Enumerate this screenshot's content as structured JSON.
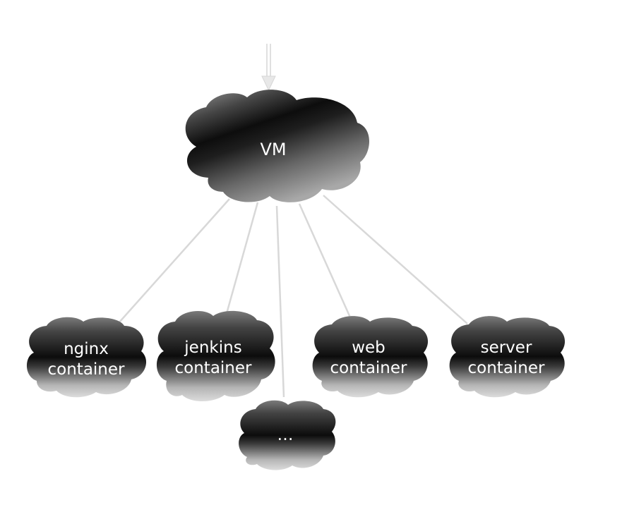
{
  "colors": {
    "cloud_dark": "#111111",
    "cloud_light": "#e6e6e6",
    "connector": "#d8d8d8",
    "arrow": "#e0e0e0",
    "label": "#ffffff"
  },
  "diagram": {
    "root": {
      "label": "VM"
    },
    "children": [
      {
        "id": "nginx",
        "lines": [
          "nginx",
          "container"
        ]
      },
      {
        "id": "jenkins",
        "lines": [
          "jenkins",
          "container"
        ]
      },
      {
        "id": "more",
        "lines": [
          "…"
        ]
      },
      {
        "id": "web",
        "lines": [
          "web",
          "container"
        ]
      },
      {
        "id": "server",
        "lines": [
          "server",
          "container"
        ]
      }
    ]
  }
}
